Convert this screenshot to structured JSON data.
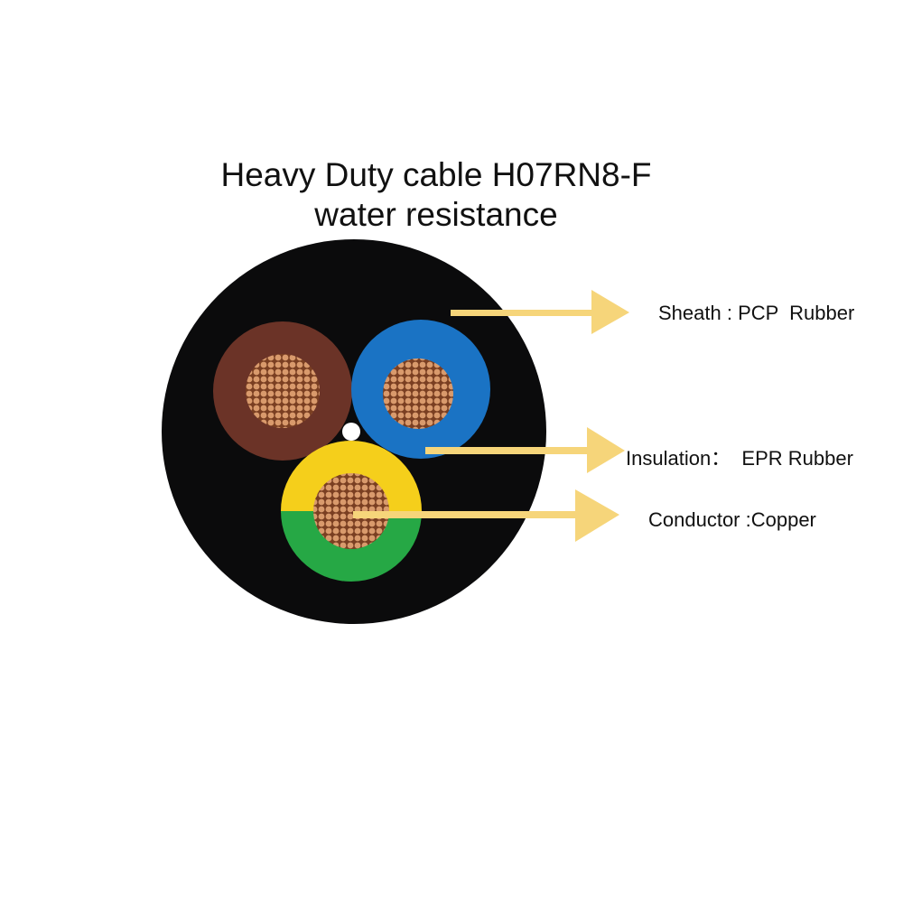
{
  "title": {
    "line1": "Heavy Duty cable H07RN8-F",
    "line2": "water resistance"
  },
  "labels": {
    "sheath": "Sheath : PCP  Rubber",
    "insulation": "Insulation：  EPR Rubber",
    "conductor": "Conductor :Copper"
  },
  "colors": {
    "sheath": "#0b0b0c",
    "brown_core": "#6b3327",
    "blue_core": "#1a73c4",
    "yellow_core": "#f5cf1b",
    "green_core": "#26a845",
    "copper": "#c98a5e",
    "copper_dark": "#7a3f22",
    "arrow": "#f6d57a"
  }
}
